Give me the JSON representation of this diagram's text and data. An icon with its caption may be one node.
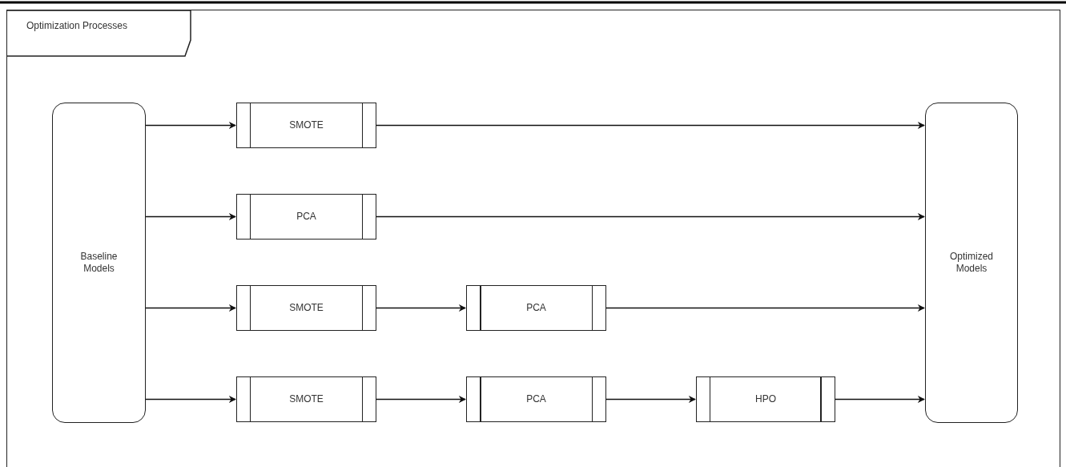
{
  "diagram": {
    "nodes": [
      {
        "text": [
          "Optimization Processes"
        ]
      },
      {
        "text": [
          "Baseline Models"
        ],
        "in": 0
      },
      {
        "text": [
          "SMOTE"
        ],
        "in": 0
      },
      {
        "text": [
          "PCA"
        ],
        "in": 0
      },
      {
        "text": [
          "SMOTE"
        ],
        "in": 0
      },
      {
        "text": [
          "PCA"
        ],
        "in": 0
      },
      {
        "text": [
          "SMOTE"
        ],
        "in": 0
      },
      {
        "text": [
          "PCA"
        ],
        "in": 0
      },
      {
        "text": [
          "HPO"
        ],
        "in": 0
      },
      {
        "text": [
          "Optimized Models"
        ],
        "in": 0
      }
    ],
    "edges": [
      {
        "from": 1,
        "to": 2,
        "arrow": "to"
      },
      {
        "from": 2,
        "to": 9,
        "arrow": "to"
      },
      {
        "from": 1,
        "to": 3,
        "arrow": "to"
      },
      {
        "from": 3,
        "to": 9,
        "arrow": "to"
      },
      {
        "from": 1,
        "to": 4,
        "arrow": "to"
      },
      {
        "from": 4,
        "to": 5,
        "arrow": "to"
      },
      {
        "from": 5,
        "to": 9,
        "arrow": "to"
      },
      {
        "from": 1,
        "to": 6,
        "arrow": "to"
      },
      {
        "from": 6,
        "to": 7,
        "arrow": "to"
      },
      {
        "from": 7,
        "to": 8,
        "arrow": "to"
      },
      {
        "from": 8,
        "to": 9,
        "arrow": "to"
      }
    ]
  }
}
